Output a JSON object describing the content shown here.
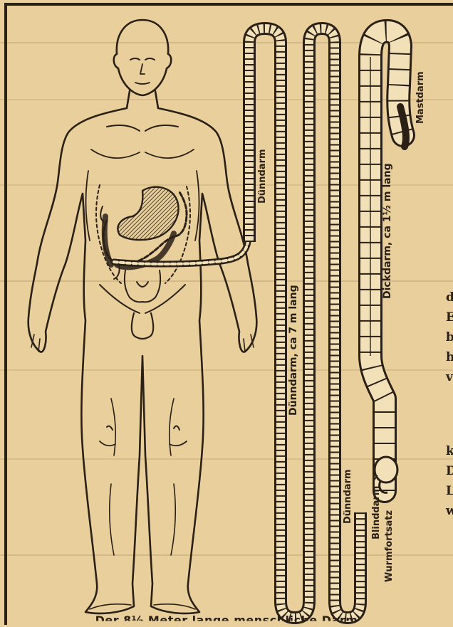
{
  "labels": {
    "duenndarm_top": "Dünndarm",
    "duenndarm_length": "Dünndarm, ca 7 m lang",
    "duenndarm_bottom": "Dünndarm",
    "dickdarm": "Dickdarm, ca 1½ m lang",
    "mastdarm": "Mastdarm",
    "blinddarm": "Blinddarm",
    "wurmfortsatz": "Wurmfortsatz"
  },
  "caption": "Der 8½ Meter lange menschliche Darm",
  "side_letters": [
    "d",
    "E",
    "b",
    "h",
    "v",
    "k",
    "D",
    "L",
    "w"
  ],
  "colors": {
    "paper": "#e8cf9c",
    "ink": "#2a2016",
    "intestine_fill": "#f2e1b8"
  }
}
